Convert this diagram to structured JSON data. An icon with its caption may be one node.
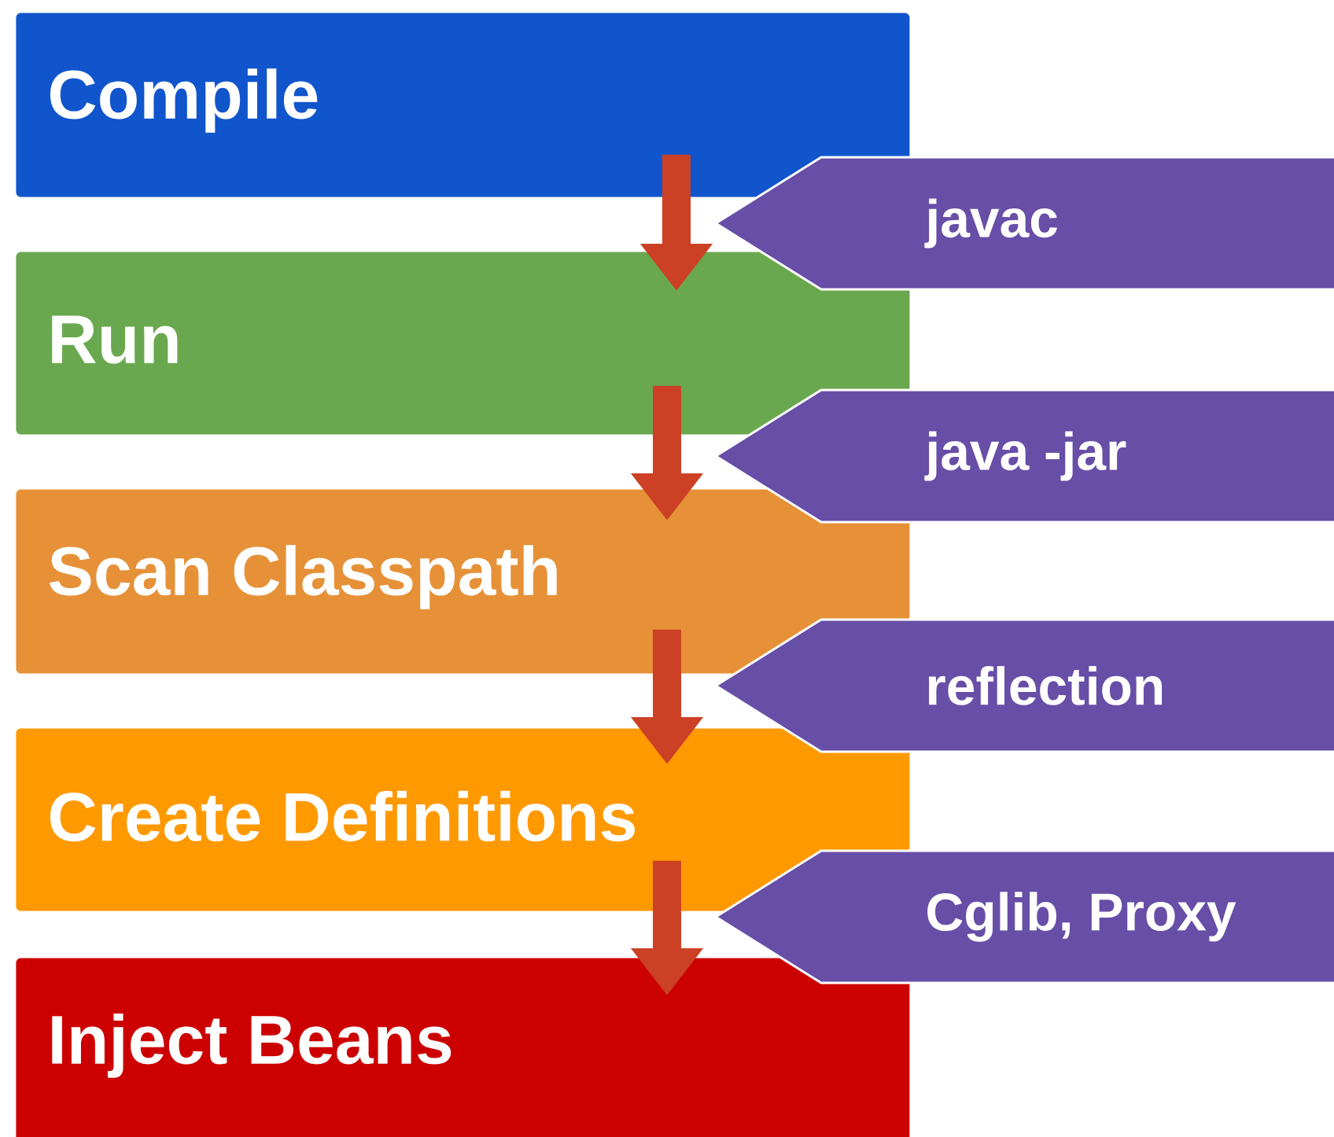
{
  "diagram": {
    "nodes": [
      {
        "text": [
          "Compile"
        ]
      },
      {
        "text": [
          "Run"
        ]
      },
      {
        "text": [
          "Scan Classpath"
        ]
      },
      {
        "text": [
          "Create Definitions"
        ]
      },
      {
        "text": [
          "Inject Beans"
        ]
      },
      {
        "text": [
          "javac"
        ]
      },
      {
        "text": [
          "java -jar"
        ]
      },
      {
        "text": [
          "reflection"
        ]
      },
      {
        "text": [
          "Cglib, Proxy"
        ]
      }
    ],
    "edges": [
      {
        "from": 0,
        "to": 1,
        "arrow": "to"
      },
      {
        "from": 1,
        "to": 2,
        "arrow": "to"
      },
      {
        "from": 2,
        "to": 3,
        "arrow": "to"
      },
      {
        "from": 3,
        "to": 4,
        "arrow": "to"
      }
    ]
  }
}
